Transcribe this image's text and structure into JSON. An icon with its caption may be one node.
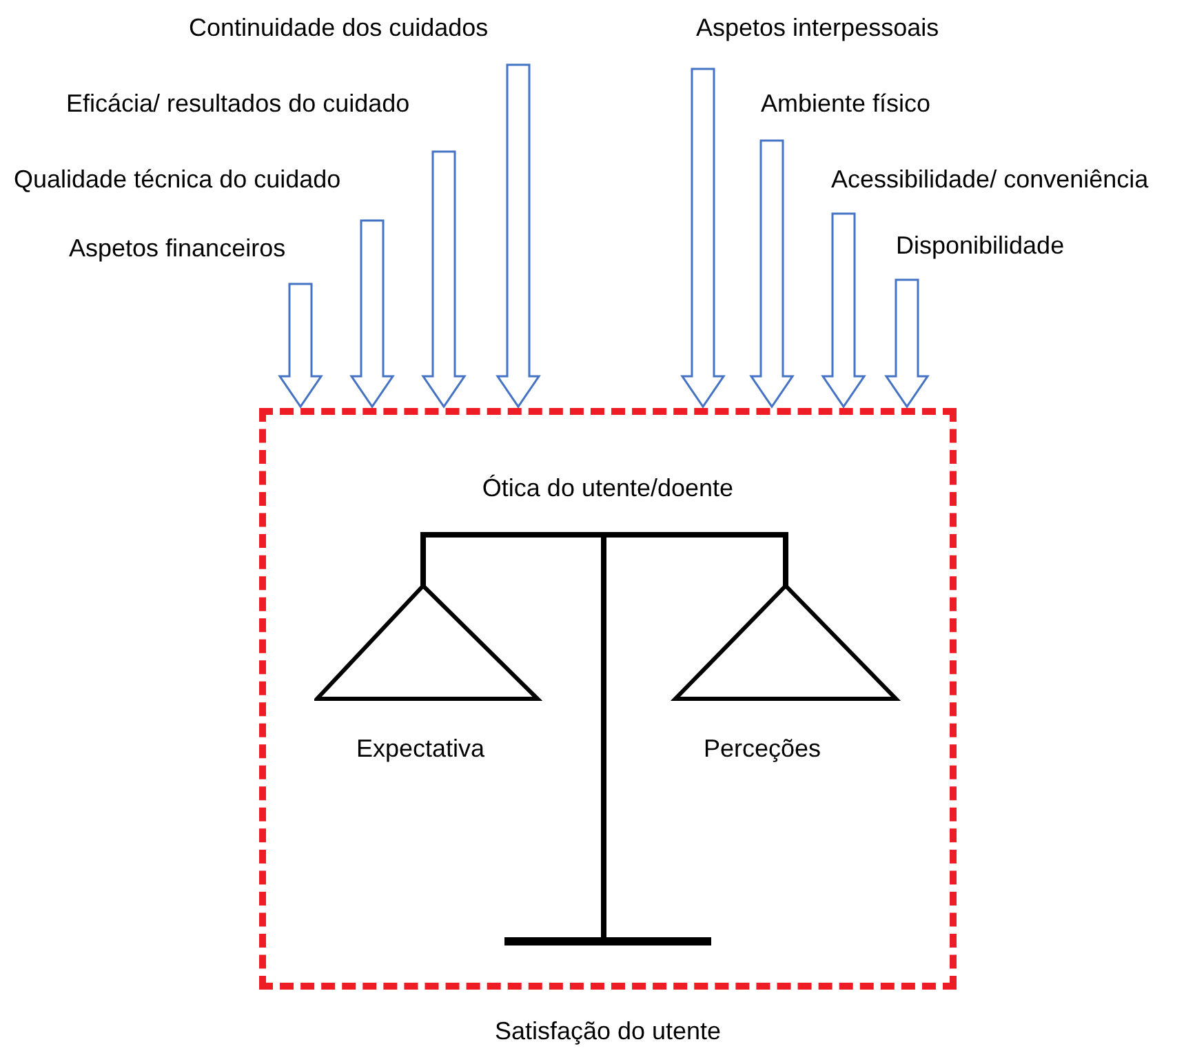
{
  "diagram": {
    "nodes": [
      {
        "text": [
          "Continuidade dos cuidados"
        ]
      },
      {
        "text": [
          "Eficácia/ resultados do cuidado"
        ]
      },
      {
        "text": [
          "Qualidade técnica do cuidado"
        ]
      },
      {
        "text": [
          "Aspetos financeiros"
        ]
      },
      {
        "text": [
          "Aspetos interpessoais"
        ]
      },
      {
        "text": [
          "Ambiente físico"
        ]
      },
      {
        "text": [
          "Acessibilidade/ conveniência"
        ]
      },
      {
        "text": [
          "Disponibilidade"
        ]
      },
      {
        "text": [
          "Ótica do utente/doente"
        ],
        "beside": [
          "Satisfação do utente"
        ]
      }
    ],
    "edges": [
      {
        "from": 0,
        "to": 8,
        "arrow": "to"
      },
      {
        "from": 1,
        "to": 8,
        "arrow": "to"
      },
      {
        "from": 2,
        "to": 8,
        "arrow": "to"
      },
      {
        "from": 3,
        "to": 8,
        "arrow": "to"
      },
      {
        "from": 4,
        "to": 8,
        "arrow": "to"
      },
      {
        "from": 5,
        "to": 8,
        "arrow": "to"
      },
      {
        "from": 6,
        "to": 8,
        "arrow": "to"
      },
      {
        "from": 7,
        "to": 8,
        "arrow": "to"
      }
    ],
    "labels": [
      "Expectativa",
      "Perceções"
    ]
  }
}
